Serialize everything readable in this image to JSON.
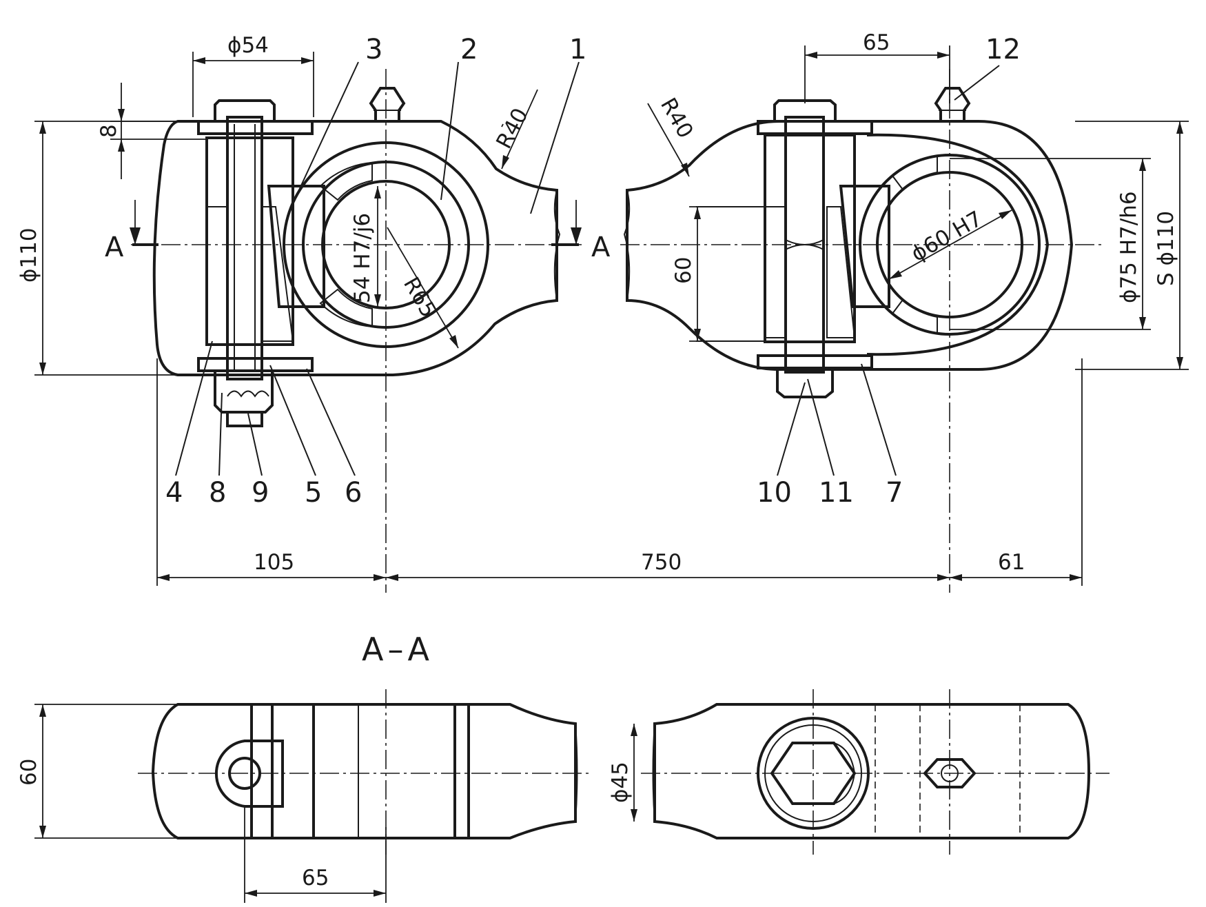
{
  "section_title": "A–A",
  "section_marks": [
    "A",
    "A"
  ],
  "part_numbers": [
    "1",
    "2",
    "3",
    "4",
    "5",
    "6",
    "7",
    "8",
    "9",
    "10",
    "11",
    "12"
  ],
  "dimensions": {
    "phi54": "ϕ54",
    "d8": "8",
    "phi110": "ϕ110",
    "fit54": "54 H7/j6",
    "r65": "R65",
    "r40_left": "R40",
    "r40_right": "R40",
    "d65_top": "65",
    "d60_right": "60",
    "phi60": "ϕ60 H7",
    "phi75": "ϕ75 H7/h6",
    "sphi110": "S ϕ110",
    "d105": "105",
    "d750": "750",
    "d61": "61",
    "d60_section": "60",
    "phi45": "ϕ45",
    "d65_section": "65"
  }
}
